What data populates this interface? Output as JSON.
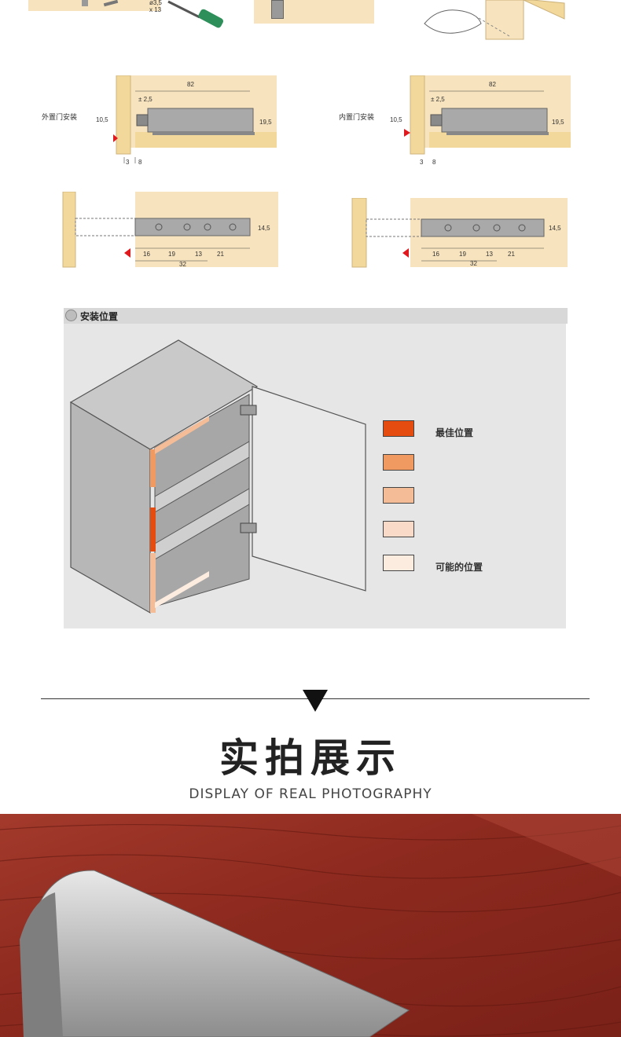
{
  "top_strip": {
    "screw_label": "ø3,5 x 13"
  },
  "diagram_outer": {
    "label": "外置门安装",
    "dims": {
      "length": "82",
      "offset": "± 2,5",
      "height_left": "10,5",
      "height_right": "19,5",
      "gap_a": "3",
      "gap_b": "8"
    }
  },
  "diagram_inner": {
    "label": "内置门安装",
    "dims": {
      "length": "82",
      "offset": "± 2,5",
      "height_left": "10,5",
      "height_right": "19,5",
      "gap_a": "3",
      "gap_b": "8"
    }
  },
  "stroke_left": {
    "dims": {
      "height": "14,5",
      "a": "16",
      "b": "19",
      "c": "13",
      "d": "21",
      "total": "32"
    }
  },
  "stroke_right": {
    "dims": {
      "height": "14,5",
      "a": "16",
      "b": "19",
      "c": "13",
      "d": "21",
      "total": "32"
    }
  },
  "install_position": {
    "heading": "安装位置",
    "legend": [
      {
        "color": "#e44d0f",
        "label": "最佳位置"
      },
      {
        "color": "#f09a62",
        "label": ""
      },
      {
        "color": "#f4bc97",
        "label": ""
      },
      {
        "color": "#f9dac8",
        "label": ""
      },
      {
        "color": "#fcebdf",
        "label": "可能的位置"
      }
    ]
  },
  "real_photo": {
    "title": "实拍展示",
    "subtitle": "DISPLAY OF REAL PHOTOGRAPHY"
  },
  "colors": {
    "wood_beige": "#f7e3bd",
    "panel_gray": "#e6e6e6",
    "marker_red": "#e0191f",
    "wood_red": "#8e2a1f"
  }
}
